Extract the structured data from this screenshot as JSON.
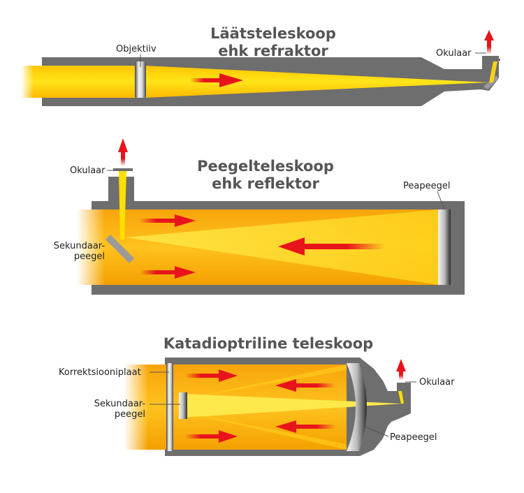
{
  "refractor": {
    "title_line1": "Läätsteleskoop",
    "title_line2": "ehk refraktor",
    "objective_label": "Objektiiv",
    "eyepiece_label": "Okulaar"
  },
  "reflector": {
    "title_line1": "Peegelteleskoop",
    "title_line2": "ehk reflektor",
    "eyepiece_label": "Okulaar",
    "primary_label": "Peapeegel",
    "secondary_label_line1": "Sekundaar-",
    "secondary_label_line2": "peegel"
  },
  "catadioptric": {
    "title": "Katadioptriline teleskoop",
    "corrector_label": "Korrektsiooniplaat",
    "secondary_label_line1": "Sekundaar-",
    "secondary_label_line2": "peegel",
    "eyepiece_label": "Okulaar",
    "primary_label": "Peapeegel"
  },
  "colors": {
    "tube": "#6e6e6e",
    "light_yellow": "#ffe000",
    "light_orange": "#f5a000",
    "arrow_red": "#e8141b",
    "mirror_gray": "#8a8a8a"
  }
}
